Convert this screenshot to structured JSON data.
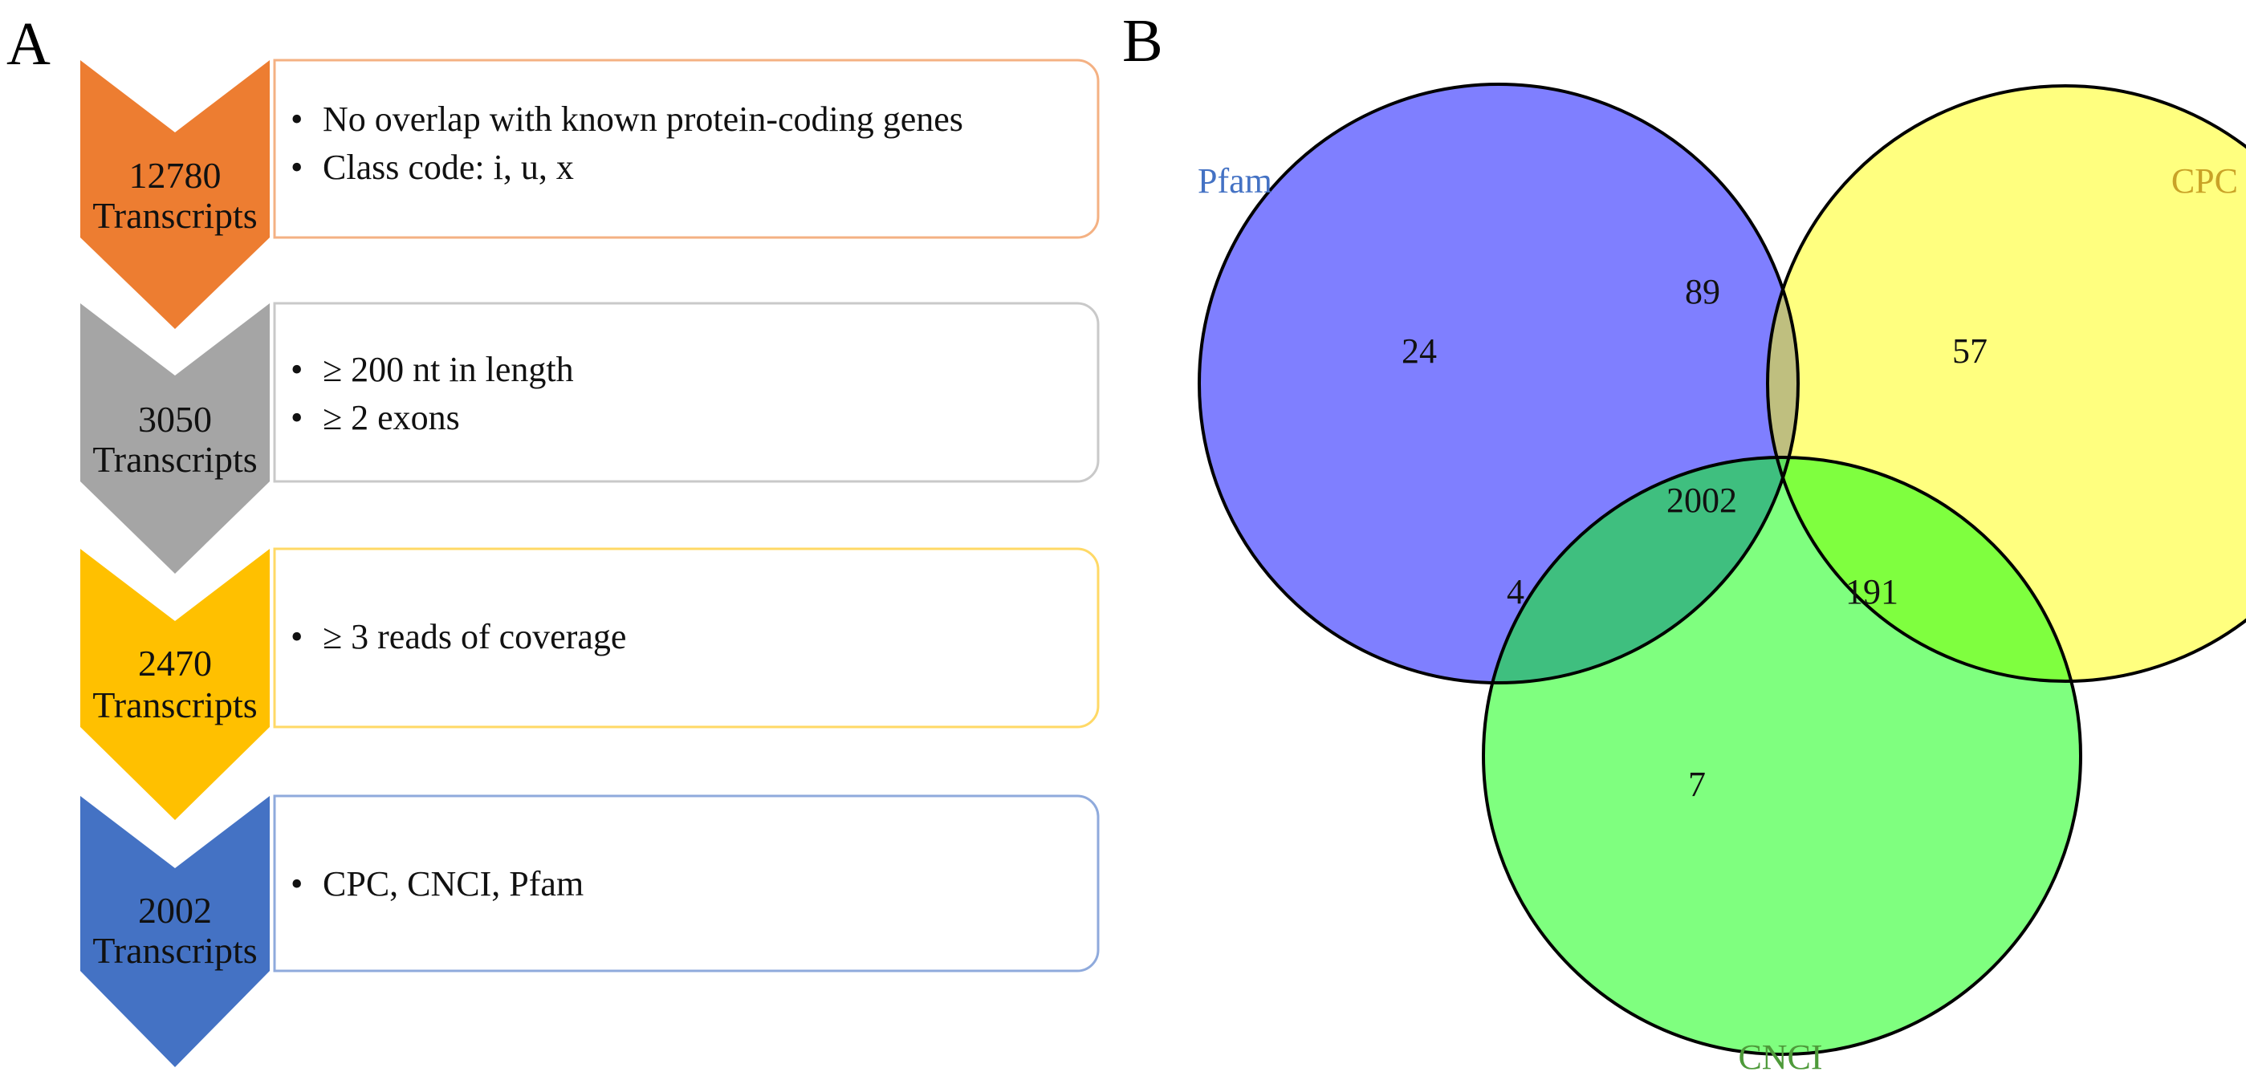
{
  "panel_a": {
    "letter": "A",
    "steps": [
      {
        "count": "12780",
        "unit": "Transcripts",
        "color": "#ED7D31",
        "border": "#F4B183",
        "bullets": [
          "No overlap with known protein-coding genes",
          "Class code: i, u, x"
        ]
      },
      {
        "count": "3050",
        "unit": "Transcripts",
        "color": "#A5A5A5",
        "border": "#C9C9C9",
        "bullets": [
          "≥ 200 nt in length",
          "≥ 2 exons"
        ]
      },
      {
        "count": "2470",
        "unit": "Transcripts",
        "color": "#FFC000",
        "border": "#FFD966",
        "bullets": [
          "≥ 3 reads of coverage"
        ]
      },
      {
        "count": "2002",
        "unit": "Transcripts",
        "color": "#4472C4",
        "border": "#8FAADC",
        "bullets": [
          "CPC, CNCI, Pfam"
        ]
      }
    ]
  },
  "panel_b": {
    "letter": "B",
    "sets": [
      {
        "name": "Pfam",
        "color": "#7F7FFF",
        "label_color": "#4472C4"
      },
      {
        "name": "CPC",
        "color": "#FFFF7F",
        "label_color": "#C9A227"
      },
      {
        "name": "CNCI",
        "color": "#7FFF7F",
        "label_color": "#4E9A3A"
      }
    ],
    "regions": {
      "pfam_only": "24",
      "pfam_cpc": "89",
      "cpc_only": "57",
      "all_three": "2002",
      "pfam_cnci": "4",
      "cpc_cnci": "191",
      "cnci_only": "7"
    },
    "region_colors": {
      "pfam_cpc": "#BFBF7F",
      "pfam_cnci": "#3FBF7F",
      "cpc_cnci": "#7FFF3F",
      "all_three": "#5FDF5F"
    }
  }
}
